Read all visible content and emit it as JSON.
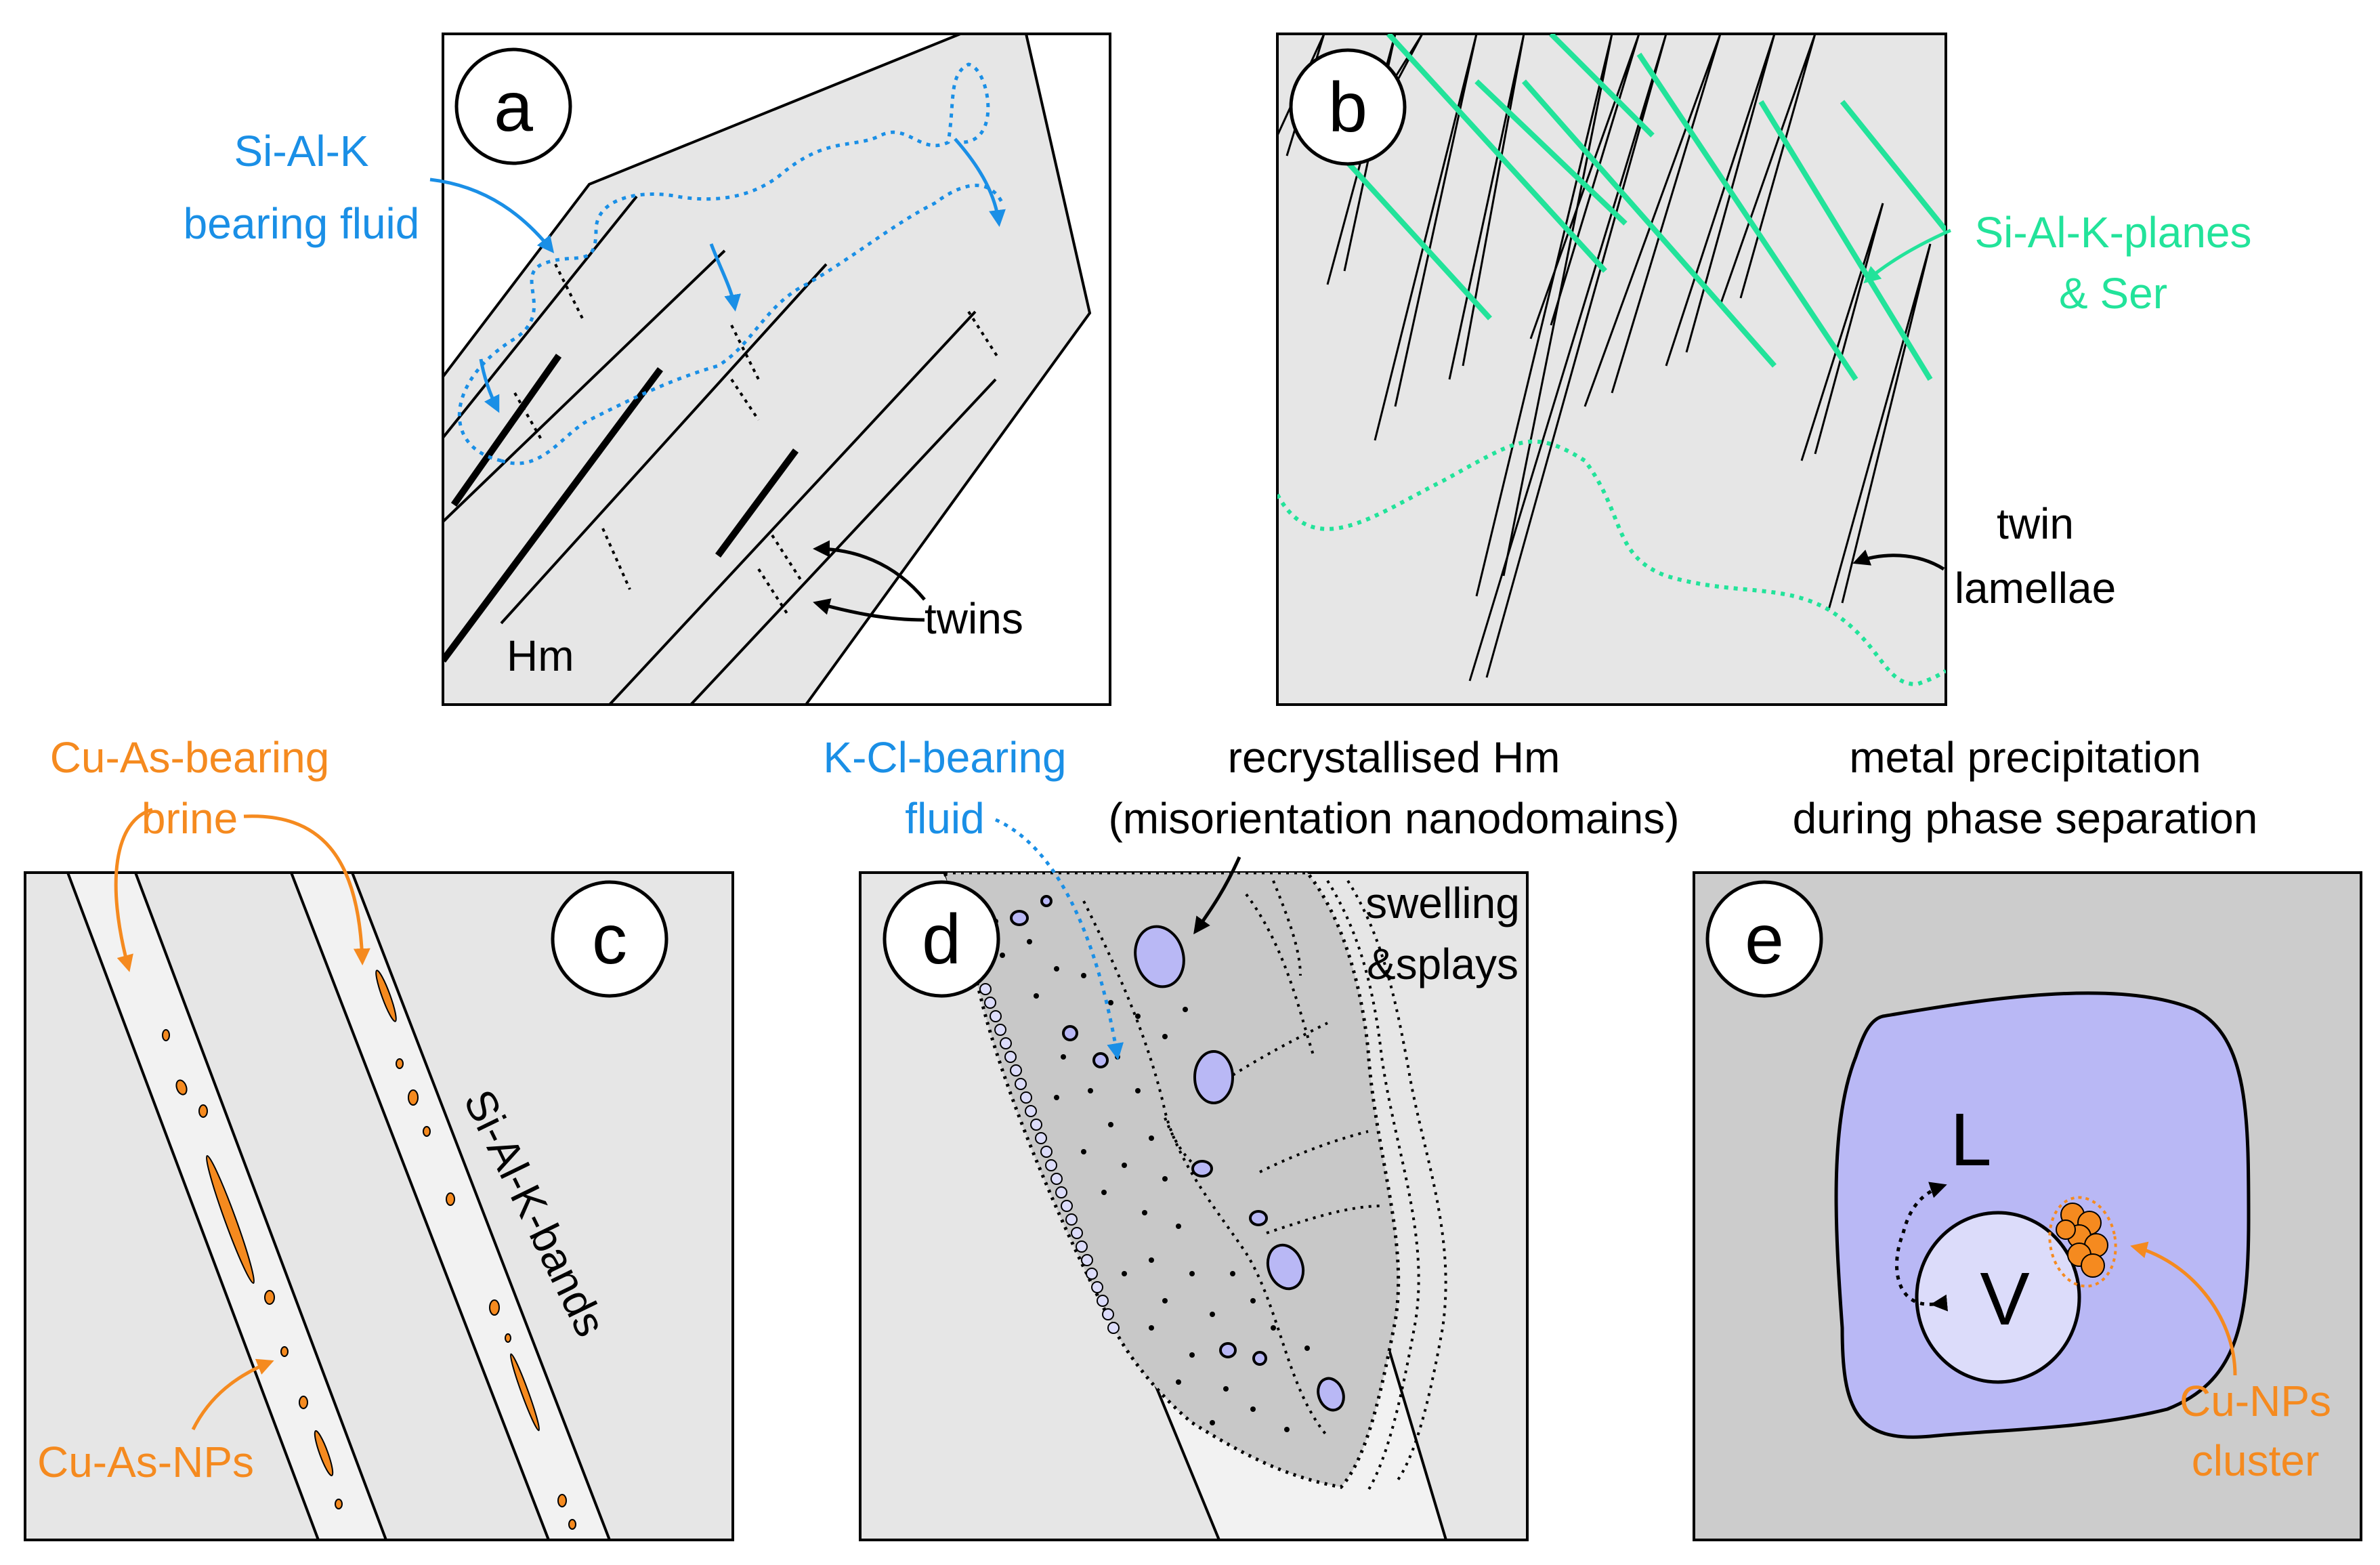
{
  "panels": {
    "a": {
      "letter": "a",
      "fluid_label_1": "Si-Al-K",
      "fluid_label_2": "bearing fluid",
      "twins_label": "twins",
      "hm_label": "Hm"
    },
    "b": {
      "letter": "b",
      "planes_label_1": "Si-Al-K-planes",
      "planes_label_2": "& Ser",
      "lamellae_label_1": "twin",
      "lamellae_label_2": "lamellae"
    },
    "c": {
      "letter": "c",
      "brine_label_1": "Cu-As-bearing",
      "brine_label_2": "brine",
      "bands_label": "Si-Al-K-bands",
      "nps_label": "Cu-As-NPs"
    },
    "d": {
      "letter": "d",
      "fluid_label_1": "K-Cl-bearing",
      "fluid_label_2": "fluid",
      "recryst_label_1": "recrystallised Hm",
      "recryst_label_2": "(misorientation nanodomains)",
      "swelling_label_1": "swelling",
      "swelling_label_2": "&splays"
    },
    "e": {
      "letter": "e",
      "title_1": "metal precipitation",
      "title_2": "during phase separation",
      "liquid_label": "L",
      "vapour_label": "V",
      "cluster_label_1": "Cu-NPs",
      "cluster_label_2": "cluster"
    }
  },
  "colors": {
    "blue_label": "#1a8fe6",
    "green": "#22e39a",
    "orange": "#f58a1f",
    "panel_gray": "#e6e6e6",
    "panel_dark": "#cccccc",
    "purple_fluid": "#b9b8f5",
    "vapour": "#dcdcfa"
  }
}
